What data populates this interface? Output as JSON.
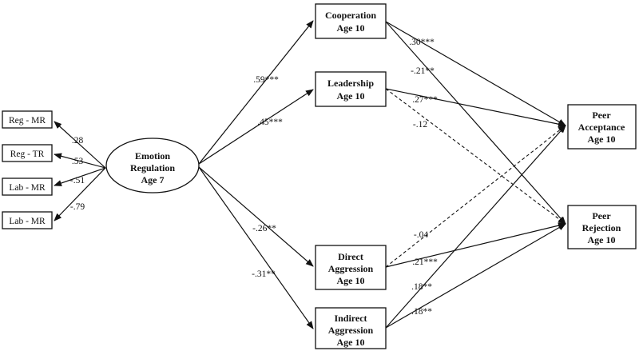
{
  "indicators": [
    {
      "id": "reg-mr",
      "label": "Reg - MR",
      "loading": ".28"
    },
    {
      "id": "reg-tr",
      "label": "Reg - TR",
      "loading": ".53"
    },
    {
      "id": "lab-mr-1",
      "label": "Lab - MR",
      "loading": "-.51"
    },
    {
      "id": "lab-mr-2",
      "label": "Lab - MR",
      "loading": "-.79"
    }
  ],
  "latent": {
    "lines": [
      "Emotion",
      "Regulation",
      "Age 7"
    ]
  },
  "mediators": {
    "cooperation": {
      "lines": [
        "Cooperation",
        "Age 10"
      ],
      "coef": ".59***"
    },
    "leadership": {
      "lines": [
        "Leadership",
        "Age 10"
      ],
      "coef": ".45***"
    },
    "direct": {
      "lines": [
        "Direct",
        "Aggression",
        "Age 10"
      ],
      "coef": "-.26**"
    },
    "indirect": {
      "lines": [
        "Indirect",
        "Aggression",
        "Age 10"
      ],
      "coef": "-.31**"
    }
  },
  "outcomes": {
    "acceptance": {
      "lines": [
        "Peer",
        "Acceptance",
        "Age 10"
      ]
    },
    "rejection": {
      "lines": [
        "Peer",
        "Rejection",
        "Age 10"
      ]
    }
  },
  "outcome_paths": {
    "coop_acc": ".30***",
    "coop_rej": "-.21**",
    "lead_acc": ".27***",
    "lead_rej": "-.12",
    "dir_acc": "-.04",
    "dir_rej": ".21***",
    "ind_acc": ".18**",
    "ind_rej": ".18**"
  }
}
